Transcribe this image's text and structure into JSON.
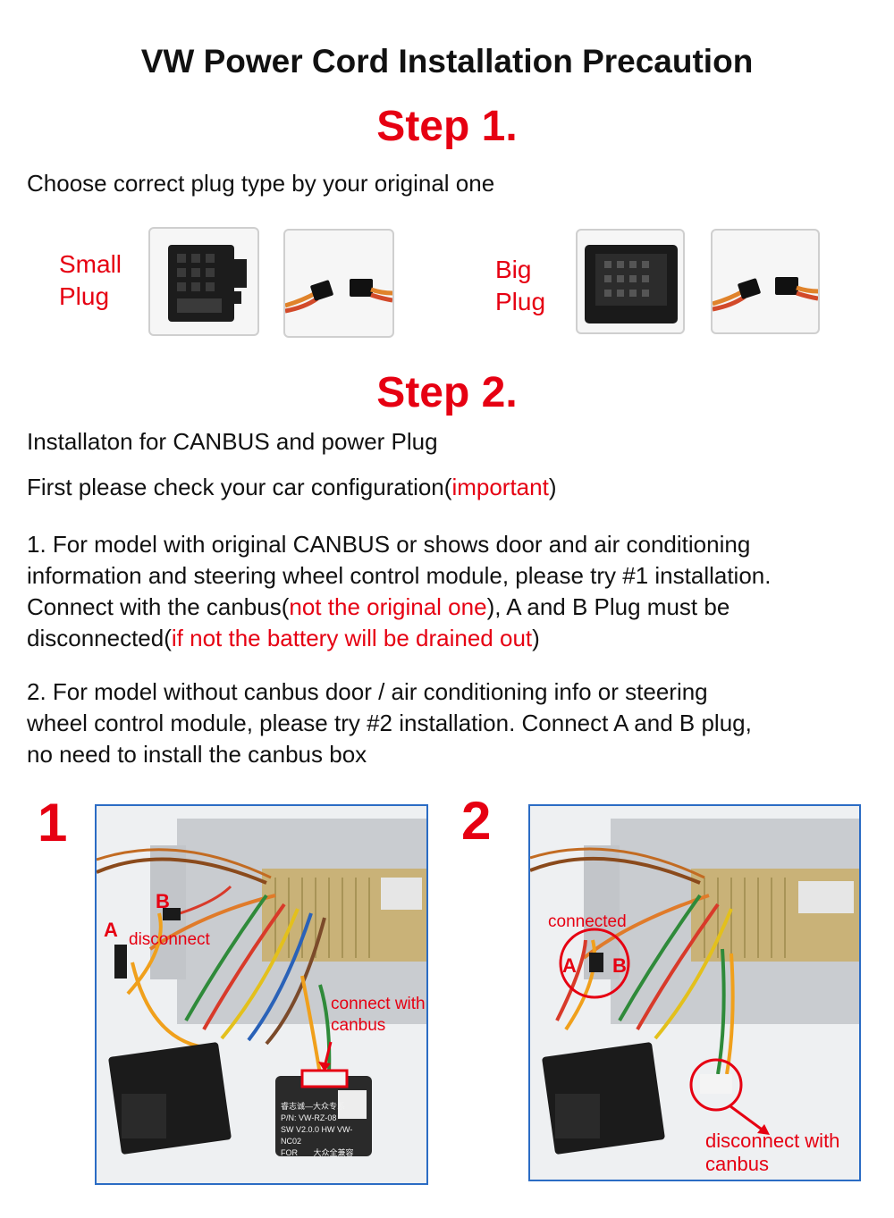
{
  "title": "VW Power Cord Installation Precaution",
  "step1": {
    "heading": "Step 1.",
    "text": "Choose correct plug type by your original one",
    "small_plug": [
      "Small",
      "Plug"
    ],
    "big_plug": [
      "Big",
      "Plug"
    ]
  },
  "step2": {
    "heading": "Step 2.",
    "line1": "Installaton for CANBUS and power Plug",
    "line2_a": "First please check your car configuration(",
    "line2_b": "important",
    "line2_c": ")",
    "p1": {
      "l1": "1. For model with original CANBUS or shows door and air conditioning",
      "l2": "information and steering wheel control module, please try #1 installation.",
      "l3_a": "Connect with the canbus(",
      "l3_b": "not the original one",
      "l3_c": "), A and B Plug must be",
      "l4_a": "disconnected(",
      "l4_b": "if not the battery will be drained out",
      "l4_c": ")"
    },
    "p2": {
      "l1": "2. For model without canbus door / air conditioning info or steering",
      "l2": "wheel control module, please try #2 installation. Connect A and B plug,",
      "l3": "no need to install the canbus box"
    }
  },
  "diagram1": {
    "number": "1",
    "label_b": "B",
    "label_a": "A",
    "disconnect": "disconnect",
    "connect_with": "connect with",
    "canbus": "canbus",
    "box_text": [
      "睿志诚—大众专系",
      "P/N: VW-RZ-08",
      "SW V2.0.0 HW VW-NC02",
      "FOR ___大众全兼容"
    ]
  },
  "diagram2": {
    "number": "2",
    "connected": "connected",
    "label_a": "A",
    "label_b": "B",
    "disconnect_with": "disconnect with",
    "canbus": "canbus"
  },
  "colors": {
    "accent_red": "#e60012",
    "frame_blue": "#2b6cc4"
  }
}
